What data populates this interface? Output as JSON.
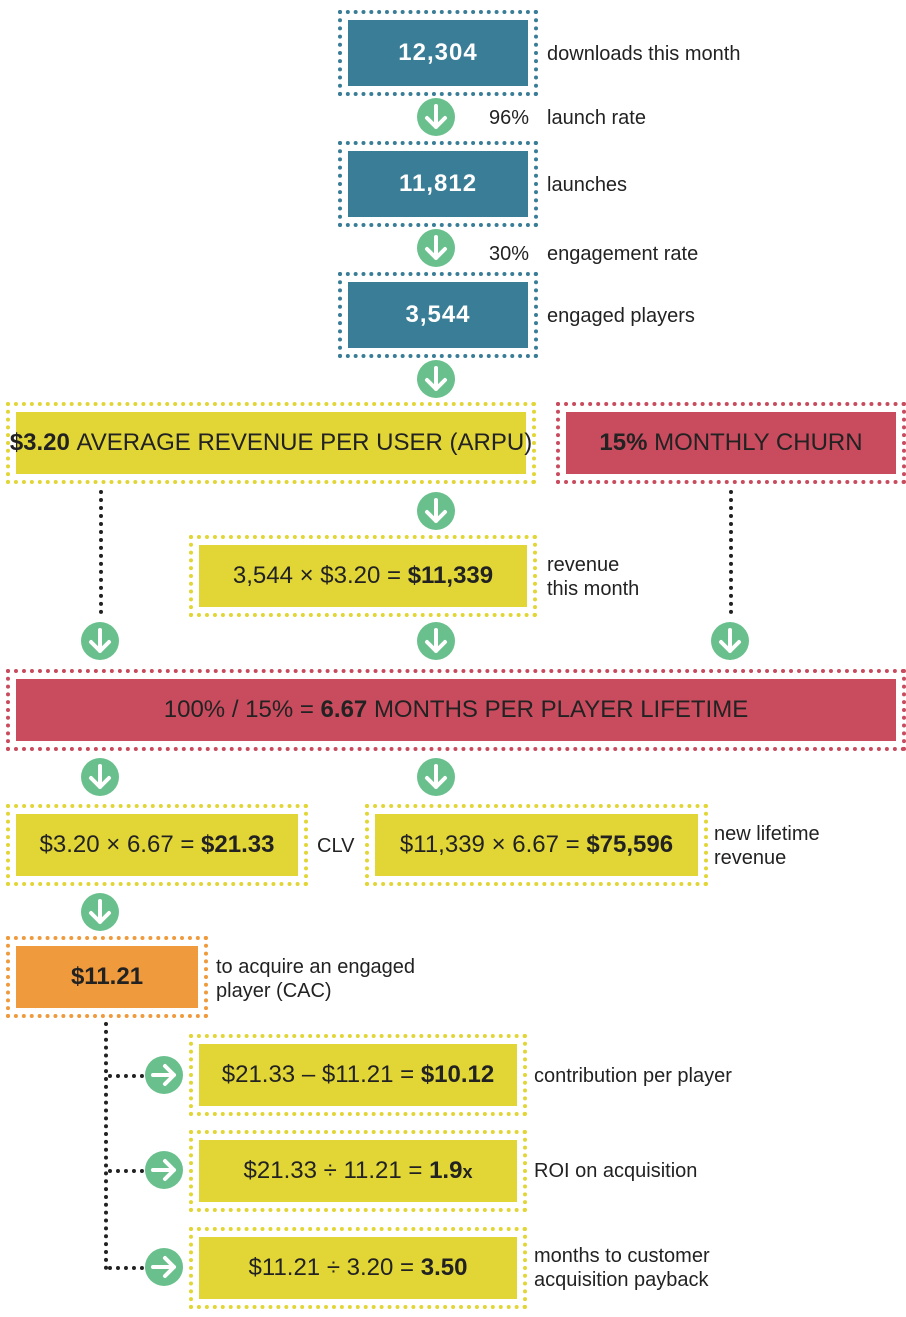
{
  "funnel": {
    "downloads": {
      "value": "12,304",
      "label": "downloads this month"
    },
    "launch_rate": {
      "pct": "96%",
      "label": "launch rate"
    },
    "launches": {
      "value": "11,812",
      "label": "launches"
    },
    "engagement_rate": {
      "pct": "30%",
      "label": "engagement rate"
    },
    "engaged": {
      "value": "3,544",
      "label": "engaged players"
    }
  },
  "arpu": {
    "value": "$3.20",
    "text": "AVERAGE REVENUE PER USER (ARPU)"
  },
  "churn": {
    "value": "15%",
    "text": "MONTHLY CHURN"
  },
  "revenue": {
    "formula": "3,544 × $3.20 = ",
    "result": "$11,339",
    "label_line1": "revenue",
    "label_line2": "this month"
  },
  "lifetime": {
    "formula": "100% / 15% = ",
    "result": "6.67",
    "text": "MONTHS PER PLAYER LIFETIME"
  },
  "clv": {
    "formula": "$3.20 × 6.67 = ",
    "result": "$21.33",
    "label": "CLV"
  },
  "lifetime_revenue": {
    "formula": "$11,339 × 6.67 = ",
    "result": "$75,596",
    "label_line1": "new lifetime",
    "label_line2": "revenue"
  },
  "cac": {
    "value": "$11.21",
    "label_line1": "to acquire an engaged",
    "label_line2": "player (CAC)"
  },
  "contribution": {
    "formula": "$21.33 – $11.21 = ",
    "result": "$10.12",
    "label": "contribution per player"
  },
  "roi": {
    "formula": "$21.33 ÷ 11.21 = ",
    "result": "1.9",
    "suffix": "x",
    "label": "ROI on acquisition"
  },
  "payback": {
    "formula": "$11.21 ÷ 3.20 = ",
    "result": "3.50",
    "label_line1": "months to customer",
    "label_line2": "acquisition payback"
  },
  "colors": {
    "teal": "#3a7d97",
    "yellow": "#e2d637",
    "red": "#c84c5e",
    "orange": "#ef9a3c",
    "green": "#6ac08d"
  },
  "icons": [
    "arrow-down-circle-icon",
    "arrow-right-circle-icon"
  ]
}
